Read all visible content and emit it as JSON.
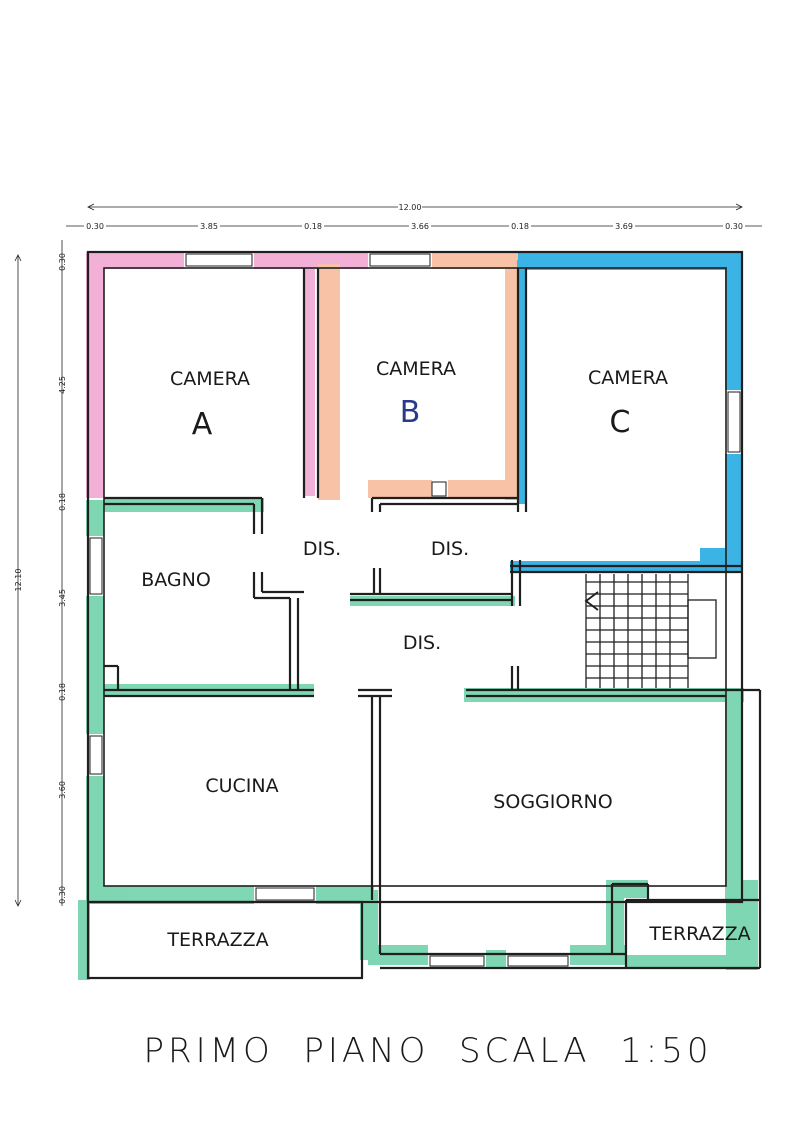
{
  "colors": {
    "pink": "#f2a3cf",
    "peach": "#f6b896",
    "blue": "#1aa6e0",
    "green": "#69d0a6",
    "wall": "#1f1f1f"
  },
  "dimensions": {
    "total_width": "12.00",
    "top_segments": [
      "0.30",
      "3.85",
      "0.18",
      "3.66",
      "0.18",
      "3.69",
      "0.30"
    ],
    "total_height": "12.10",
    "side_segments": [
      "0.30",
      "4.25",
      "0.18",
      "3.45",
      "0.18",
      "3.60",
      "0.30"
    ]
  },
  "rooms": {
    "camera_a": {
      "name": "CAMERA",
      "letter": "A"
    },
    "camera_b": {
      "name": "CAMERA",
      "letter": "B"
    },
    "camera_c": {
      "name": "CAMERA",
      "letter": "C"
    },
    "dis_1": "DIS.",
    "dis_2": "DIS.",
    "dis_3": "DIS.",
    "bagno": "BAGNO",
    "cucina": "CUCINA",
    "soggiorno": "SOGGIORNO",
    "terrazza_1": "TERRAZZA",
    "terrazza_2": "TERRAZZA"
  },
  "title": "PRIMO  PIANO  SCALA  1:50"
}
